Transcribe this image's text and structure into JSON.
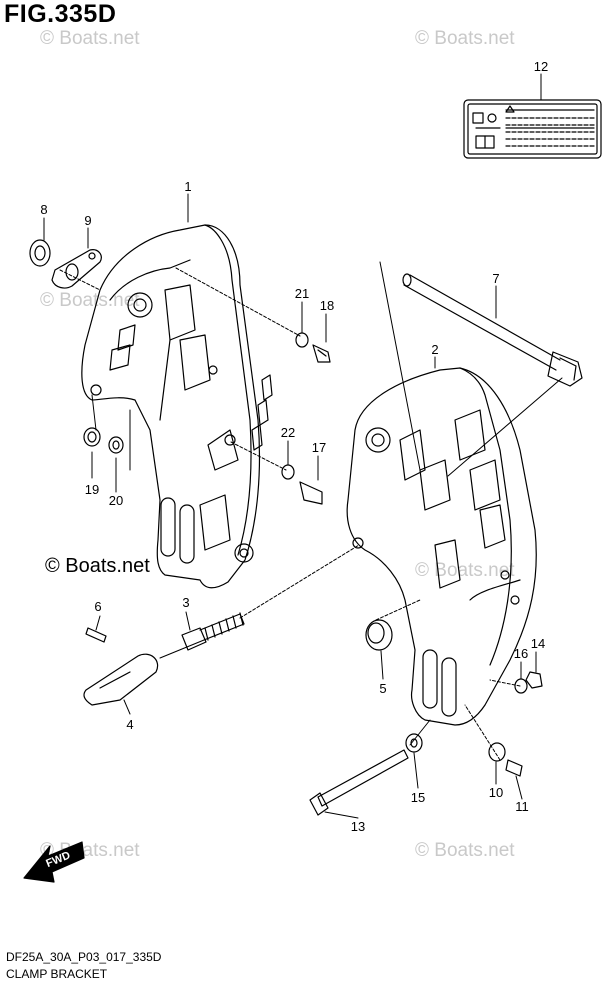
{
  "figure": {
    "title": "FIG.335D",
    "code": "DF25A_30A_P03_017_335D",
    "name": "CLAMP BRACKET"
  },
  "watermarks": {
    "faint": "© Boats.net",
    "main": "© Boats.net"
  },
  "fwd_arrow_label": "FWD",
  "callouts": [
    {
      "id": "1",
      "label": "1"
    },
    {
      "id": "2",
      "label": "2"
    },
    {
      "id": "3",
      "label": "3"
    },
    {
      "id": "4",
      "label": "4"
    },
    {
      "id": "5",
      "label": "5"
    },
    {
      "id": "6",
      "label": "6"
    },
    {
      "id": "7",
      "label": "7"
    },
    {
      "id": "8",
      "label": "8"
    },
    {
      "id": "9",
      "label": "9"
    },
    {
      "id": "10",
      "label": "10"
    },
    {
      "id": "11",
      "label": "11"
    },
    {
      "id": "12",
      "label": "12"
    },
    {
      "id": "13",
      "label": "13"
    },
    {
      "id": "14",
      "label": "14"
    },
    {
      "id": "15",
      "label": "15"
    },
    {
      "id": "16",
      "label": "16"
    },
    {
      "id": "17",
      "label": "17"
    },
    {
      "id": "18",
      "label": "18"
    },
    {
      "id": "19",
      "label": "19"
    },
    {
      "id": "20",
      "label": "20"
    },
    {
      "id": "21",
      "label": "21"
    },
    {
      "id": "22",
      "label": "22"
    }
  ],
  "colors": {
    "line": "#000000",
    "watermark": "#c9c9c9",
    "background": "#ffffff"
  }
}
